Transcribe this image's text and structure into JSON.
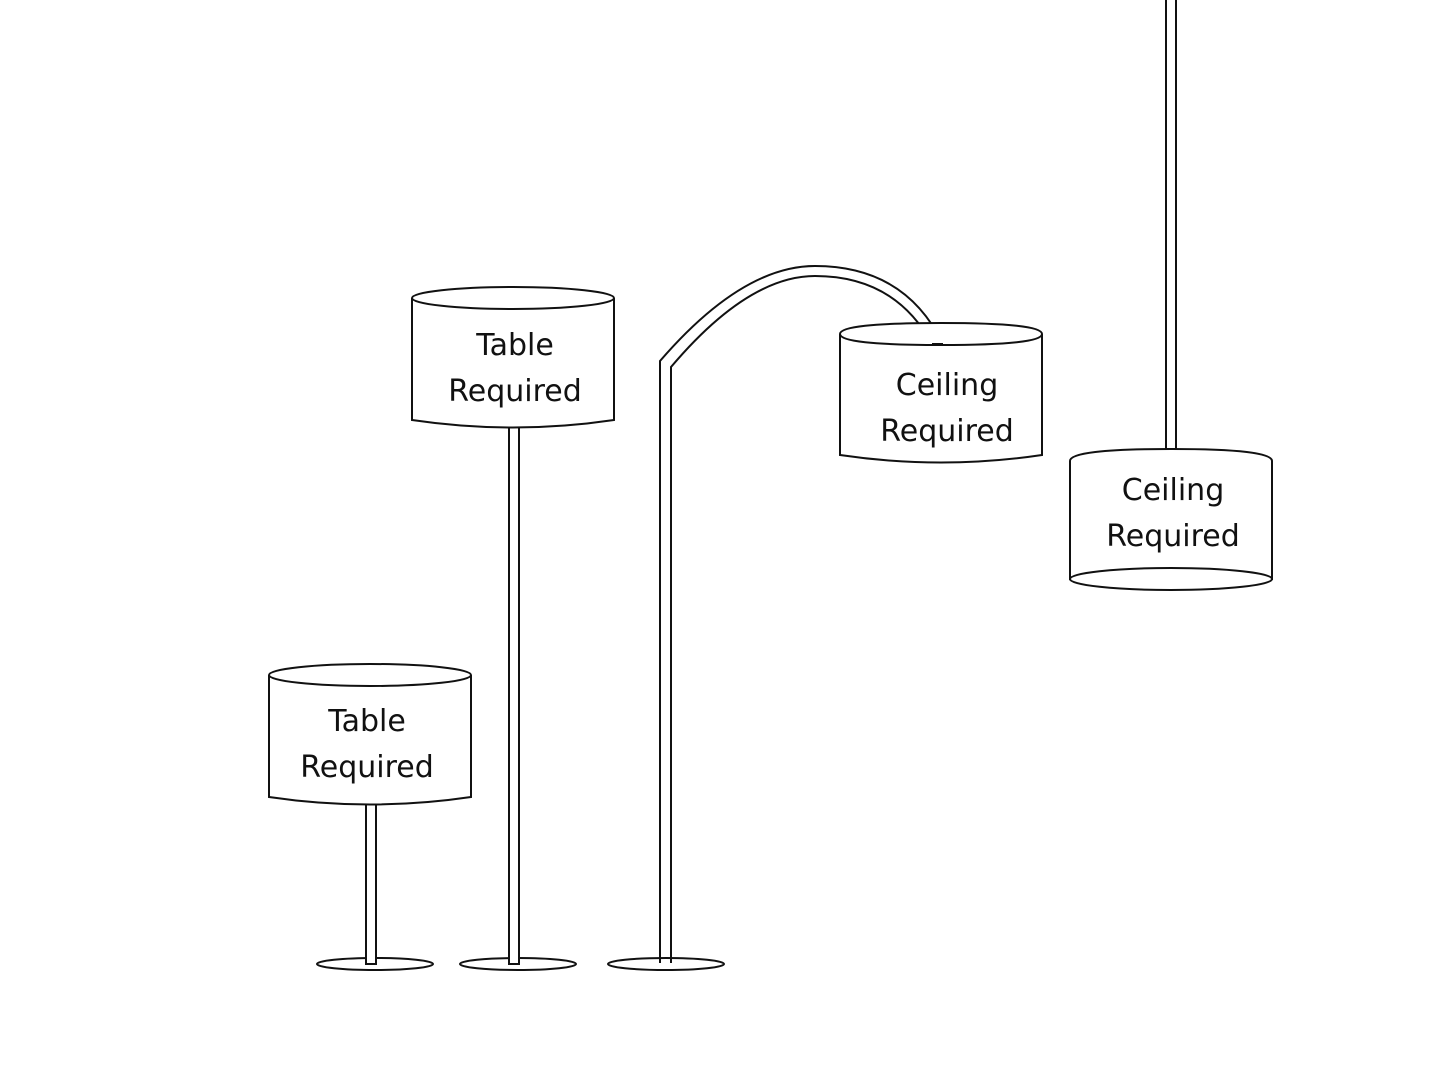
{
  "diagram": {
    "lamps": [
      {
        "id": "table-lamp",
        "label_line1": "Table",
        "label_line2": "Required"
      },
      {
        "id": "floor-lamp",
        "label_line1": "Table",
        "label_line2": "Required"
      },
      {
        "id": "arc-lamp",
        "label_line1": "Ceiling",
        "label_line2": "Required"
      },
      {
        "id": "pendant-lamp",
        "label_line1": "Ceiling",
        "label_line2": "Required"
      }
    ],
    "colors": {
      "stroke": "#111111",
      "fill": "#ffffff"
    }
  }
}
